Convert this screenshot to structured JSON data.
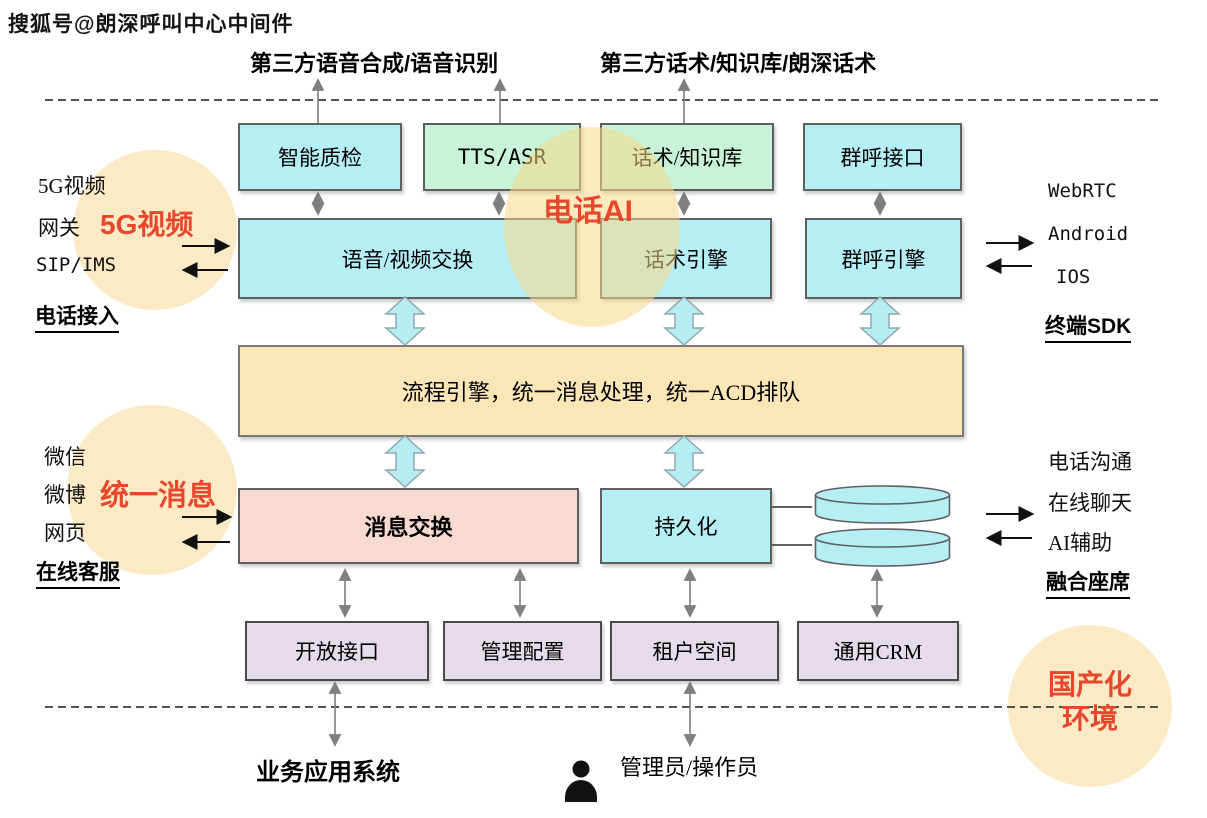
{
  "watermark": "搜狐号@朗深呼叫中心中间件",
  "top_labels": {
    "speech": "第三方语音合成/语音识别",
    "script": "第三方话术/知识库/朗深话术"
  },
  "groups": {
    "phone_access": {
      "line1": "5G视频",
      "line2": "网关",
      "line3": "SIP/IMS",
      "badge": "5G视频",
      "title": "电话接入"
    },
    "terminal_sdk": {
      "line1": "WebRTC",
      "line2": "Android",
      "line3": "IOS",
      "title": "终端SDK"
    },
    "online_service": {
      "line1": "微信",
      "line2": "微博",
      "line3": "网页",
      "badge": "统一消息",
      "title": "在线客服"
    },
    "fusion_agent": {
      "line1": "电话沟通",
      "line2": "在线聊天",
      "line3": "AI辅助",
      "title": "融合座席"
    }
  },
  "badges": {
    "phone_ai": "电话AI",
    "domestic_line1": "国产化",
    "domestic_line2": "环境"
  },
  "boxes": {
    "row1": [
      {
        "label": "智能质检"
      },
      {
        "label": "TTS/ASR"
      },
      {
        "label": "话术/知识库"
      },
      {
        "label": "群呼接口"
      }
    ],
    "row2": [
      {
        "label": "语音/视频交换"
      },
      {
        "label": "话术引擎"
      },
      {
        "label": "群呼引擎"
      }
    ],
    "core": {
      "label": "流程引擎，统一消息处理，统一ACD排队"
    },
    "row3": [
      {
        "label": "消息交换"
      },
      {
        "label": "持久化"
      }
    ],
    "row4": [
      {
        "label": "开放接口"
      },
      {
        "label": "管理配置"
      },
      {
        "label": "租户空间"
      },
      {
        "label": "通用CRM"
      }
    ]
  },
  "bottom": {
    "business": "业务应用系统",
    "admin": "管理员/操作员"
  },
  "colors": {
    "cyan_box": "#b5eef4",
    "green_box": "#c9f3d8",
    "core_box": "#fbe6b7",
    "pink_box": "#f8dad1",
    "purple_box": "#e6dbe9",
    "circle_yellow": "#fbeac5",
    "accent_red": "#e8472c",
    "arrow_gray": "#7f7f7f",
    "block_arrow": "#b6edf5"
  }
}
